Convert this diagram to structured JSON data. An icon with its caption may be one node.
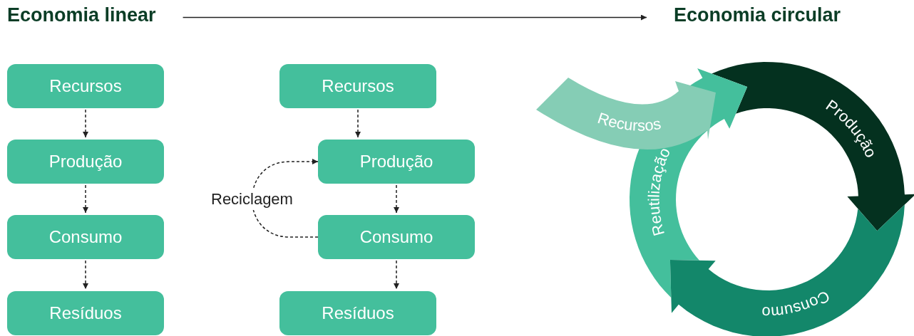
{
  "diagram": {
    "nodes": [
      {
        "text": [
          "Economia linear"
        ]
      },
      {
        "text": [
          "Economia circular"
        ]
      },
      {
        "text": [
          "Recursos"
        ]
      },
      {
        "text": [
          "Produção"
        ]
      },
      {
        "text": [
          "Consumo"
        ]
      },
      {
        "text": [
          "Resíduos"
        ]
      },
      {
        "text": [
          "Recursos"
        ]
      },
      {
        "text": [
          "Produção"
        ]
      },
      {
        "text": [
          "Consumo"
        ]
      },
      {
        "text": [
          "Resíduos"
        ]
      },
      {
        "text": [
          "Produção"
        ]
      },
      {
        "text": [
          "Reutilização"
        ]
      },
      {
        "text": [
          "Consumo"
        ]
      },
      {
        "text": [
          "Recursos"
        ]
      }
    ],
    "edges": [
      {
        "from": 0,
        "to": 1,
        "arrow": "to"
      },
      {
        "from": 2,
        "to": 3,
        "arrow": "to",
        "style": "dashed"
      },
      {
        "from": 3,
        "to": 4,
        "arrow": "to",
        "style": "dashed"
      },
      {
        "from": 4,
        "to": 5,
        "arrow": "to",
        "style": "dashed"
      },
      {
        "from": 6,
        "to": 7,
        "arrow": "to",
        "style": "dashed"
      },
      {
        "from": 7,
        "to": 8,
        "arrow": "to",
        "style": "dashed"
      },
      {
        "from": 8,
        "to": 9,
        "arrow": "to",
        "style": "dashed"
      },
      {
        "from": 8,
        "to": 7,
        "arrow": "to",
        "style": "dashed",
        "label": "Reciclagem"
      }
    ]
  }
}
